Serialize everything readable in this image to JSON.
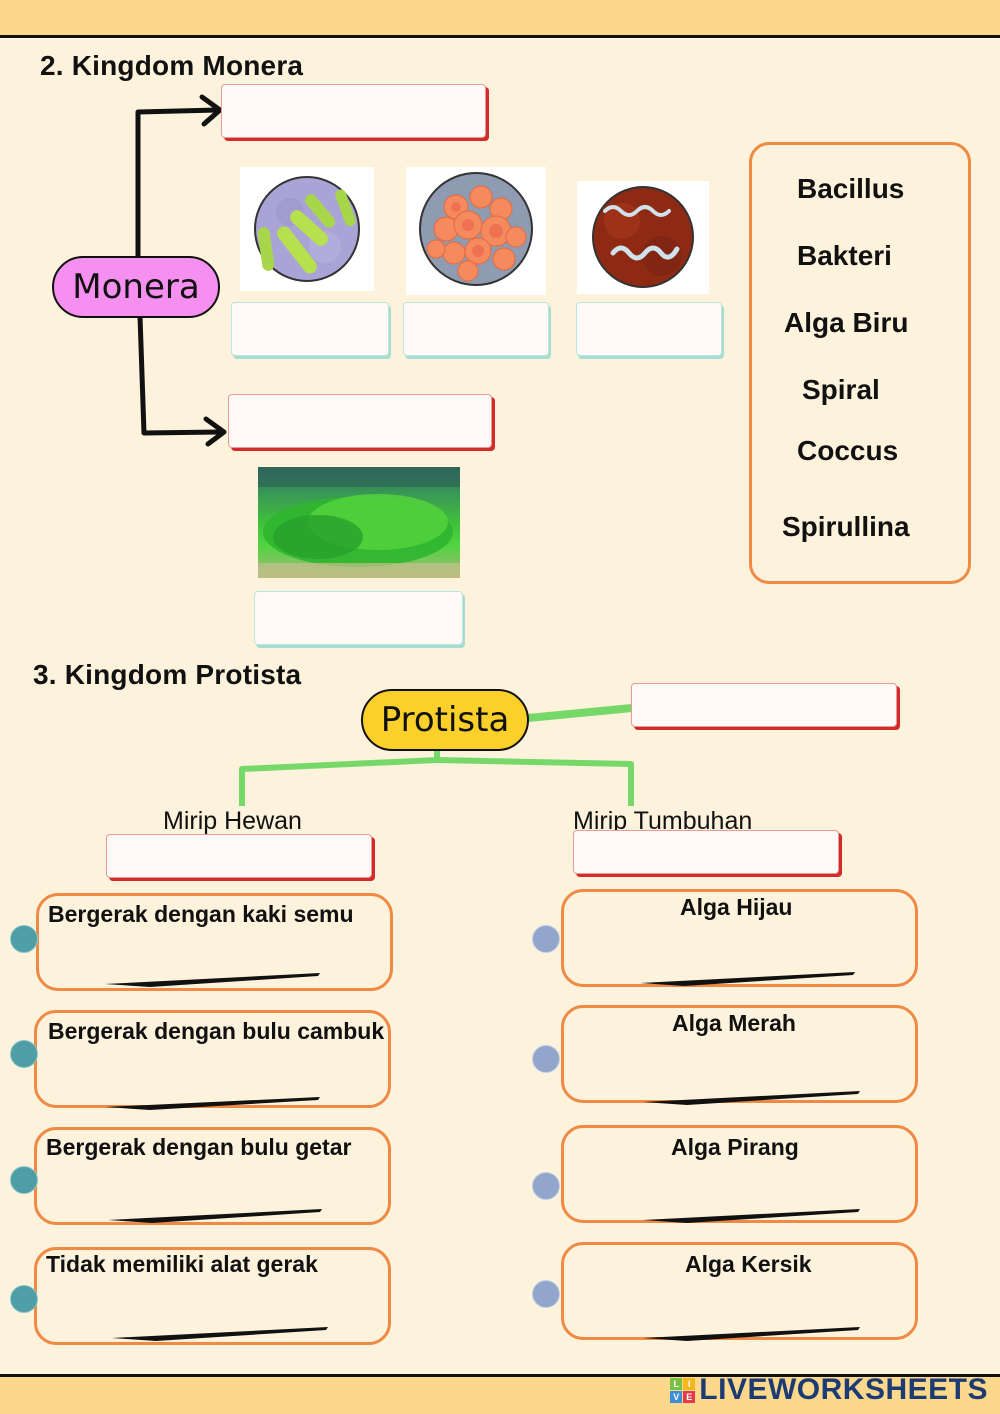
{
  "page": {
    "background": "#fdf2dc",
    "band_color": "#fbd88c"
  },
  "monera": {
    "section_title": "2. Kingdom Monera",
    "node_label": "Monera",
    "node_color": "#f590f0",
    "images": [
      {
        "name": "bacillus-image",
        "caption": ""
      },
      {
        "name": "coccus-image",
        "caption": ""
      },
      {
        "name": "spiral-image",
        "caption": ""
      },
      {
        "name": "blue-algae-image",
        "caption": ""
      }
    ],
    "answer_boxes": {
      "top_branch": "",
      "bottom_branch": "",
      "shape_1": "",
      "shape_2": "",
      "shape_3": "",
      "algae_name": ""
    }
  },
  "word_bank": {
    "border_color": "#ee8a44",
    "words": [
      "Bacillus",
      "Bakteri",
      "Alga Biru",
      "Spiral",
      "Coccus",
      "Spirullina"
    ]
  },
  "protista": {
    "section_title": "3. Kingdom Protista",
    "node_label": "Protista",
    "node_color": "#fbd02a",
    "line_color": "#77d86a",
    "answer_boxes": {
      "main": "",
      "animal_like": "",
      "plant_like": ""
    },
    "left_branch": {
      "label": "Mirip Hewan",
      "dot_color": "#4f9ea6",
      "cards": [
        "Bergerak dengan kaki semu",
        "Bergerak dengan bulu cambuk",
        "Bergerak dengan bulu getar",
        "Tidak memiliki alat gerak"
      ]
    },
    "right_branch": {
      "label": "Mirip Tumbuhan",
      "dot_color": "#92a6cc",
      "cards": [
        "Alga Hijau",
        "Alga Merah",
        "Alga Pirang",
        "Alga Kersik"
      ]
    }
  },
  "footer": {
    "brand": "LIVEWORKSHEETS",
    "logo_letters": [
      "L",
      "I",
      "V",
      "E"
    ],
    "logo_colors": [
      "#7ac043",
      "#f5b81c",
      "#3d8fd6",
      "#e23b4a"
    ]
  }
}
